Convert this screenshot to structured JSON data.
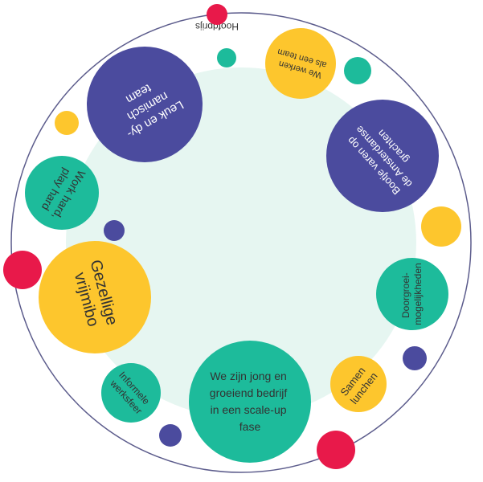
{
  "colors": {
    "purple": "#4b4b9e",
    "teal": "#1dbb9b",
    "yellow": "#fdc62d",
    "red": "#e8194a",
    "inner": "#e6f6f1",
    "ring": "#5c5c8c"
  },
  "top_label": "Hoofdprijs",
  "bubbles": {
    "leuk": [
      "Leuk en dy-",
      "namisch",
      "team"
    ],
    "we_werken": [
      "We werken",
      "als een team"
    ],
    "bootje": [
      "Bootje varen op",
      "de Amsterdamse",
      "grachten"
    ],
    "work_hard": [
      "Work hard,",
      "play hard"
    ],
    "gezellige": [
      "Gezellige",
      "vrijmibo"
    ],
    "doorgroei": [
      "Doorgroei-",
      "mogelijkheden"
    ],
    "samen": [
      "Samen",
      "lunchen"
    ],
    "informele": [
      "Informele",
      "werksfeer"
    ],
    "jong": [
      "We zijn jong en",
      "groeiend bedrijf",
      "in een scale-up",
      "fase"
    ]
  }
}
